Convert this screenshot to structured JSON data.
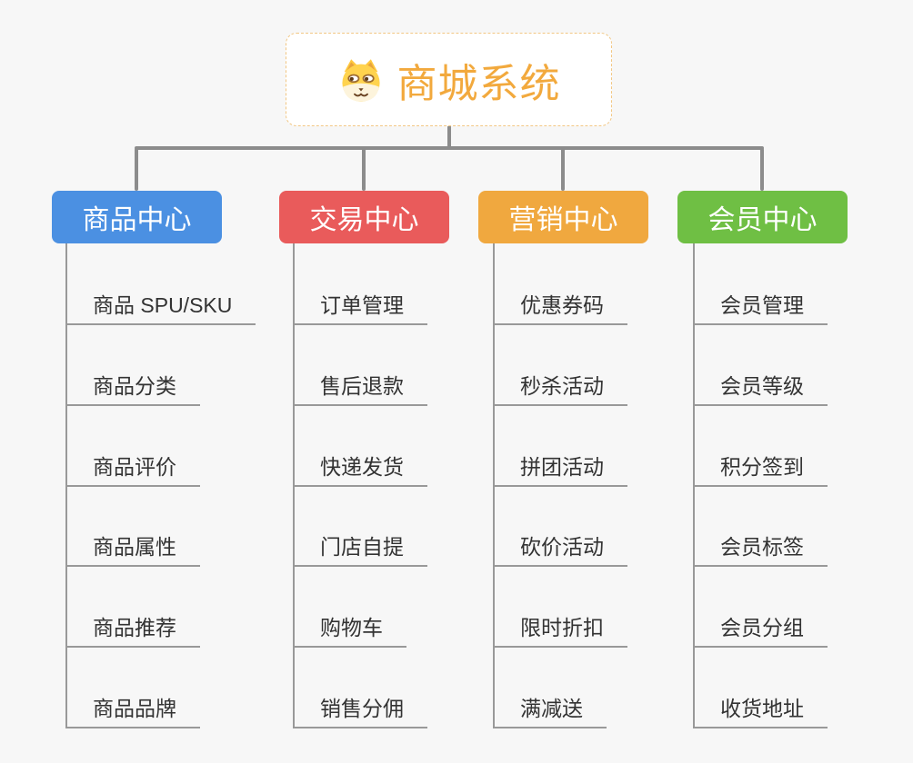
{
  "root": {
    "label": "商城系统",
    "icon": "dog-face-icon",
    "text_color": "#F2A93D",
    "border_color": "#F2C784",
    "background": "#FFFFFF"
  },
  "branches": [
    {
      "id": "product-center",
      "label": "商品中心",
      "color": "#4B90E2",
      "items": [
        "商品 SPU/SKU",
        "商品分类",
        "商品评价",
        "商品属性",
        "商品推荐",
        "商品品牌"
      ]
    },
    {
      "id": "trade-center",
      "label": "交易中心",
      "color": "#E95B5B",
      "items": [
        "订单管理",
        "售后退款",
        "快递发货",
        "门店自提",
        "购物车",
        "销售分佣"
      ]
    },
    {
      "id": "marketing-center",
      "label": "营销中心",
      "color": "#F0A83F",
      "items": [
        "优惠券码",
        "秒杀活动",
        "拼团活动",
        "砍价活动",
        "限时折扣",
        "满减送"
      ]
    },
    {
      "id": "member-center",
      "label": "会员中心",
      "color": "#6FBF44",
      "items": [
        "会员管理",
        "会员等级",
        "积分签到",
        "会员标签",
        "会员分组",
        "收货地址"
      ]
    }
  ],
  "colors": {
    "canvas_background": "#F7F7F7",
    "connector_line": "#8C8C8C",
    "leaf_line": "#999999",
    "leaf_text": "#333333",
    "branch_text": "#FFFFFF"
  }
}
